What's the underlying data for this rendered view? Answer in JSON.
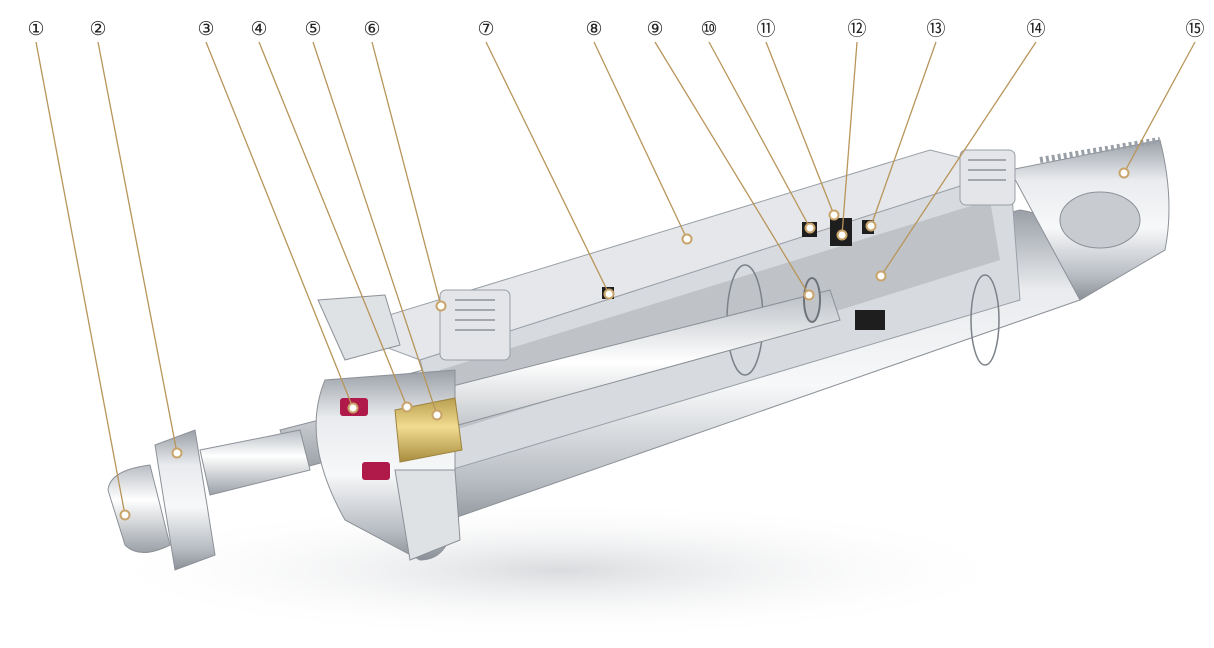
{
  "colors": {
    "leader": "#b8955a",
    "dot": "#c9a46a",
    "metal_light": "#f2f3f5",
    "metal_mid": "#c9ccd1",
    "metal_dark": "#8d9299",
    "brass": "#d8c27a",
    "seal_red": "#b01a4a",
    "seal_black": "#1e1e1e"
  },
  "callouts": [
    {
      "id": "1",
      "label": "①"
    },
    {
      "id": "2",
      "label": "②"
    },
    {
      "id": "3",
      "label": "③"
    },
    {
      "id": "4",
      "label": "④"
    },
    {
      "id": "5",
      "label": "⑤"
    },
    {
      "id": "6",
      "label": "⑥"
    },
    {
      "id": "7",
      "label": "⑦"
    },
    {
      "id": "8",
      "label": "⑧"
    },
    {
      "id": "9",
      "label": "⑨"
    },
    {
      "id": "10",
      "label": "⑩"
    },
    {
      "id": "11",
      "label": "⑪"
    },
    {
      "id": "12",
      "label": "⑫"
    },
    {
      "id": "13",
      "label": "⑬"
    },
    {
      "id": "14",
      "label": "⑭"
    },
    {
      "id": "15",
      "label": "⑮"
    }
  ]
}
